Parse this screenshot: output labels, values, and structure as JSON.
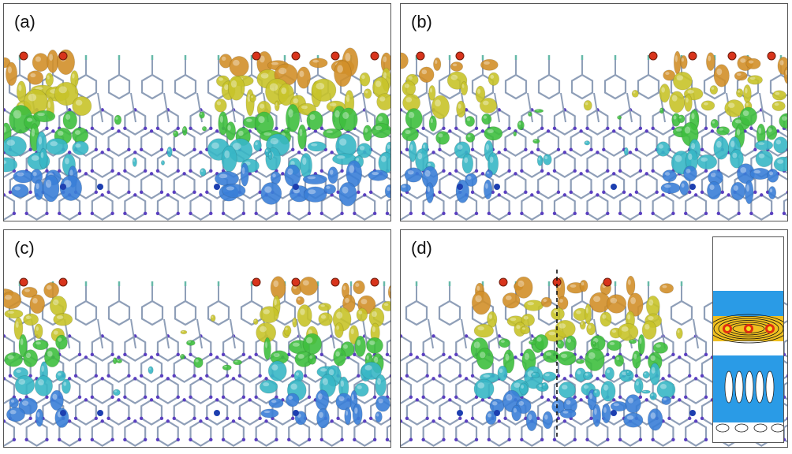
{
  "figure": {
    "panels": [
      {
        "id": "a",
        "label": "(a)"
      },
      {
        "id": "b",
        "label": "(b)"
      },
      {
        "id": "c",
        "label": "(c)"
      },
      {
        "id": "d",
        "label": "(d)"
      }
    ]
  },
  "colors": {
    "bond": "#8f9fb8",
    "bond_dark": "#6e7f99",
    "atom": "#5a3fc0",
    "oxygen": "#d8341c",
    "hydrogen": "#66b9a8",
    "iso_top": "#d2902a",
    "iso_upper": "#c8c42a",
    "iso_mid": "#3fbf3f",
    "iso_lower": "#38b7c6",
    "iso_bottom": "#3a7fd8",
    "contour_dash": "#111111"
  }
}
